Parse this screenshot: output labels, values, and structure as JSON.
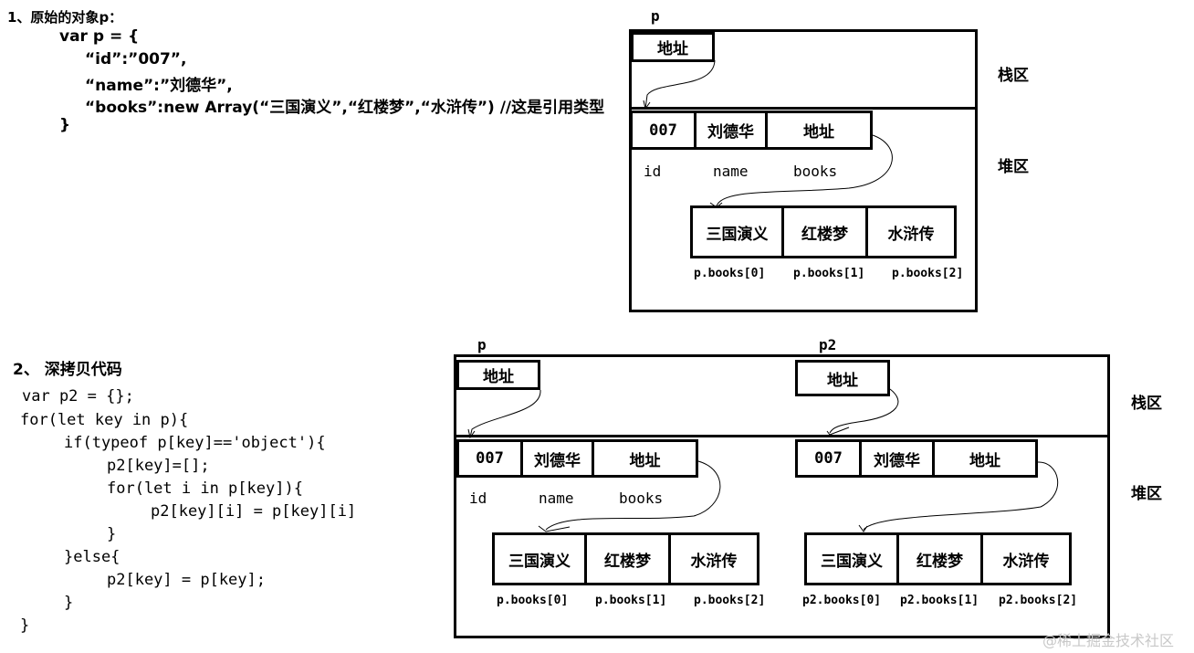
{
  "section1": {
    "heading": "1、原始的对象p：",
    "code": [
      "var p = {",
      "“id”:”007”,",
      "“name”:”刘德华”,",
      "“books”:new Array(“三国演义”,“红楼梦”,“水浒传”) //这是引用类型",
      "}"
    ]
  },
  "section2": {
    "heading": "2、 深拷贝代码",
    "code": [
      "var p2 = {};",
      "for(let key in p){",
      "if(typeof p[key]=='object'){",
      "p2[key]=[];",
      "for(let i in p[key]){",
      "p2[key][i] = p[key][i]",
      "}",
      "}else{",
      "p2[key] = p[key];",
      "}",
      "}"
    ]
  },
  "diagram1": {
    "var_label": "p",
    "addr": "地址",
    "stack_label": "栈区",
    "heap_label": "堆区",
    "cells": [
      "007",
      "刘德华",
      "地址"
    ],
    "fields": [
      "id",
      "name",
      "books"
    ],
    "books": [
      "三国演义",
      "红楼梦",
      "水浒传"
    ],
    "indices": [
      "p.books[0]",
      "p.books[1]",
      "p.books[2]"
    ]
  },
  "diagram2": {
    "var_p": "p",
    "var_p2": "p2",
    "addr": "地址",
    "stack_label": "栈区",
    "heap_label": "堆区",
    "cells": [
      "007",
      "刘德华",
      "地址"
    ],
    "fields": [
      "id",
      "name",
      "books"
    ],
    "books": [
      "三国演义",
      "红楼梦",
      "水浒传"
    ],
    "indices_p": [
      "p.books[0]",
      "p.books[1]",
      "p.books[2]"
    ],
    "indices_p2": [
      "p2.books[0]",
      "p2.books[1]",
      "p2.books[2]"
    ]
  },
  "watermark": "@稀土掘金技术社区"
}
